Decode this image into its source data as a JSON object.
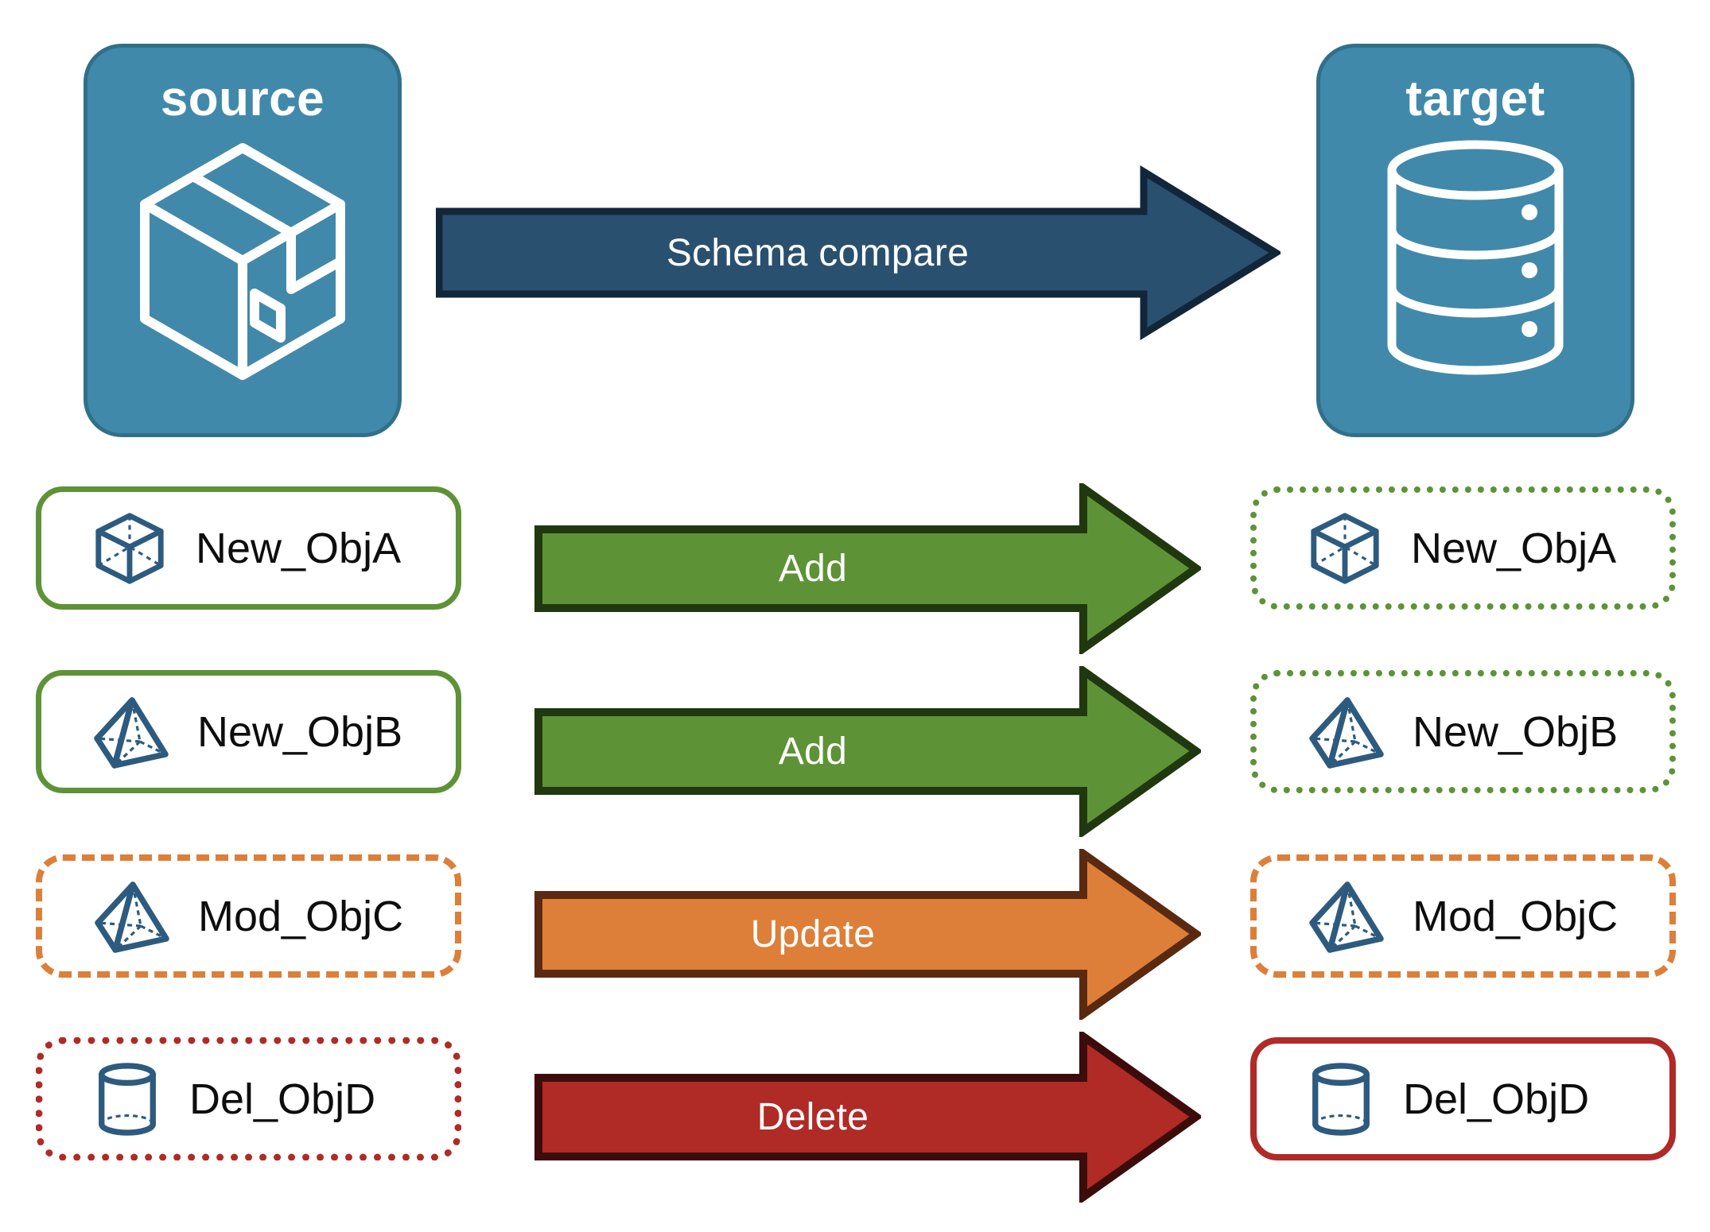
{
  "diagram": {
    "title_source": "source",
    "title_target": "target",
    "compare_arrow_label": "Schema compare",
    "colors": {
      "endpoint_fill": "#4189AA",
      "endpoint_border": "#31708A",
      "compare_arrow_fill": "#2A5070",
      "compare_arrow_border": "#12263A",
      "add_fill": "#5D9336",
      "add_border": "#20380F",
      "update_fill": "#DD7F38",
      "update_border": "#5A2A10",
      "delete_fill": "#B02A26",
      "delete_border": "#3C0C0B",
      "object_icon": "#2D5B7F",
      "green_outline": "#5D9336",
      "orange_outline": "#DD7F38",
      "red_outline": "#B02A26",
      "label_text": "#0D0D0D"
    },
    "endpoints": {
      "source_icon": "package-box-icon",
      "target_icon": "database-cylinder-icon"
    },
    "rows": [
      {
        "source_label": "New_ObjA",
        "target_label": "New_ObjA",
        "action": "Add",
        "icon": "cube-wireframe-icon",
        "source_border_style": "solid",
        "target_border_style": "dotted",
        "color_key": "green"
      },
      {
        "source_label": "New_ObjB",
        "target_label": "New_ObjB",
        "action": "Add",
        "icon": "pyramid-wireframe-icon",
        "source_border_style": "solid",
        "target_border_style": "dotted",
        "color_key": "green"
      },
      {
        "source_label": "Mod_ObjC",
        "target_label": "Mod_ObjC",
        "action": "Update",
        "icon": "pyramid-wireframe-icon",
        "source_border_style": "dashed",
        "target_border_style": "dashed",
        "color_key": "orange"
      },
      {
        "source_label": "Del_ObjD",
        "target_label": "Del_ObjD",
        "action": "Delete",
        "icon": "cylinder-wireframe-icon",
        "source_border_style": "dotted",
        "target_border_style": "solid",
        "color_key": "red"
      }
    ]
  }
}
